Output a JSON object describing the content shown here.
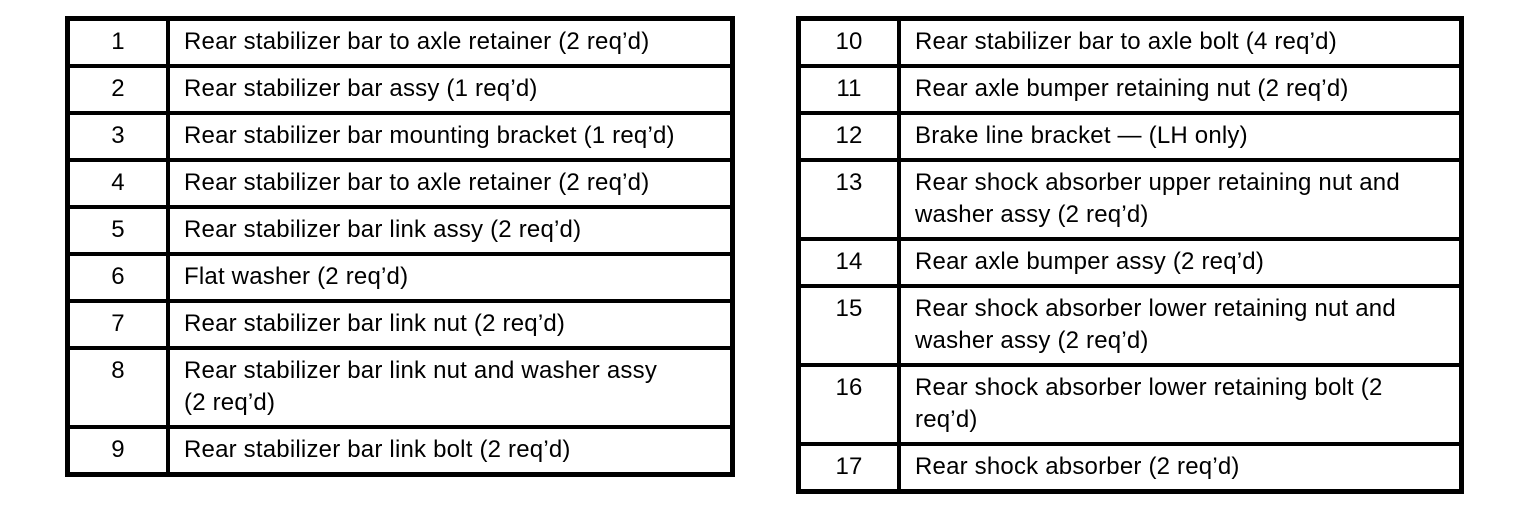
{
  "page": {
    "background": "#ffffff",
    "border_color": "#000000",
    "text_color": "#000000"
  },
  "left_table": {
    "rows": [
      {
        "num": "1",
        "desc": "Rear stabilizer bar to axle retainer (2 req’d)"
      },
      {
        "num": "2",
        "desc": "Rear stabilizer bar assy (1 req’d)"
      },
      {
        "num": "3",
        "desc": "Rear stabilizer bar mounting bracket (1 req’d)"
      },
      {
        "num": "4",
        "desc": "Rear stabilizer bar to axle retainer (2 req’d)"
      },
      {
        "num": "5",
        "desc": "Rear stabilizer bar link assy (2 req’d)"
      },
      {
        "num": "6",
        "desc": "Flat washer (2 req’d)"
      },
      {
        "num": "7",
        "desc": "Rear stabilizer bar link nut (2 req’d)"
      },
      {
        "num": "8",
        "desc": "Rear stabilizer bar link nut and washer assy\n(2 req’d)"
      },
      {
        "num": "9",
        "desc": "Rear stabilizer bar link bolt (2 req’d)"
      }
    ]
  },
  "right_table": {
    "rows": [
      {
        "num": "10",
        "desc": "Rear stabilizer bar to axle bolt (4 req’d)"
      },
      {
        "num": "11",
        "desc": "Rear axle bumper retaining nut (2 req’d)"
      },
      {
        "num": "12",
        "desc": "Brake line bracket — (LH only)"
      },
      {
        "num": "13",
        "desc": "Rear shock absorber upper retaining nut and\nwasher assy (2 req’d)"
      },
      {
        "num": "14",
        "desc": "Rear axle bumper assy (2 req’d)"
      },
      {
        "num": "15",
        "desc": "Rear shock absorber lower retaining nut and\nwasher assy (2 req’d)"
      },
      {
        "num": "16",
        "desc": "Rear shock absorber lower retaining bolt (2\nreq’d)"
      },
      {
        "num": "17",
        "desc": "Rear shock absorber (2 req’d)"
      }
    ]
  }
}
